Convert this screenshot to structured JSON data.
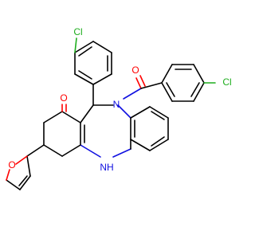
{
  "molecule": {
    "atom_labels": {
      "cl_top": "Cl",
      "cl_right": "Cl",
      "o_carbonyl_amide": "O",
      "o_ketone": "O",
      "n_amide": "N",
      "nh": "NH",
      "o_furan": "O"
    },
    "colors": {
      "bond": "#000000",
      "nitrogen": "#1010e0",
      "oxygen": "#ff0000",
      "chlorine": "#1fae1f"
    }
  }
}
